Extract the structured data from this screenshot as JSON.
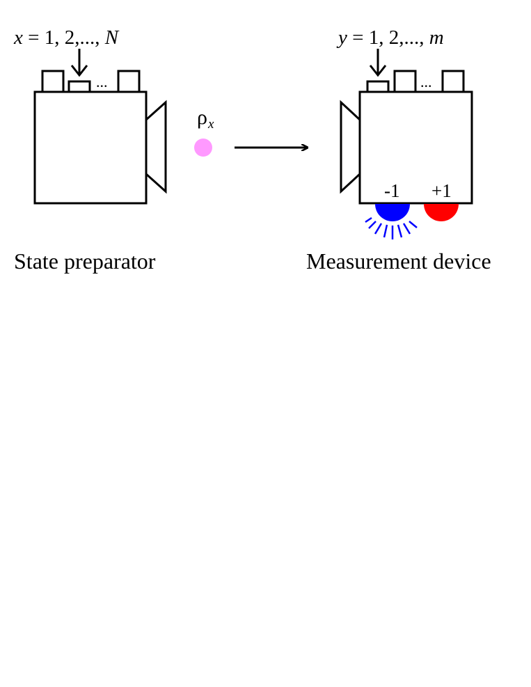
{
  "preparator": {
    "input_var": "x",
    "input_eq": " = 1, 2,..., ",
    "input_max": "N",
    "ellipsis": "...",
    "caption": "State preparator"
  },
  "state": {
    "symbol": "ρ",
    "subscript": "x",
    "color": "#ff99ff"
  },
  "measurement": {
    "input_var": "y",
    "input_eq": " = 1, 2,..., ",
    "input_max": "m",
    "ellipsis": "...",
    "outcome_minus": "-1",
    "outcome_plus": "+1",
    "minus_color": "#0000ff",
    "plus_color": "#ff0000",
    "caption": "Measurement device"
  }
}
